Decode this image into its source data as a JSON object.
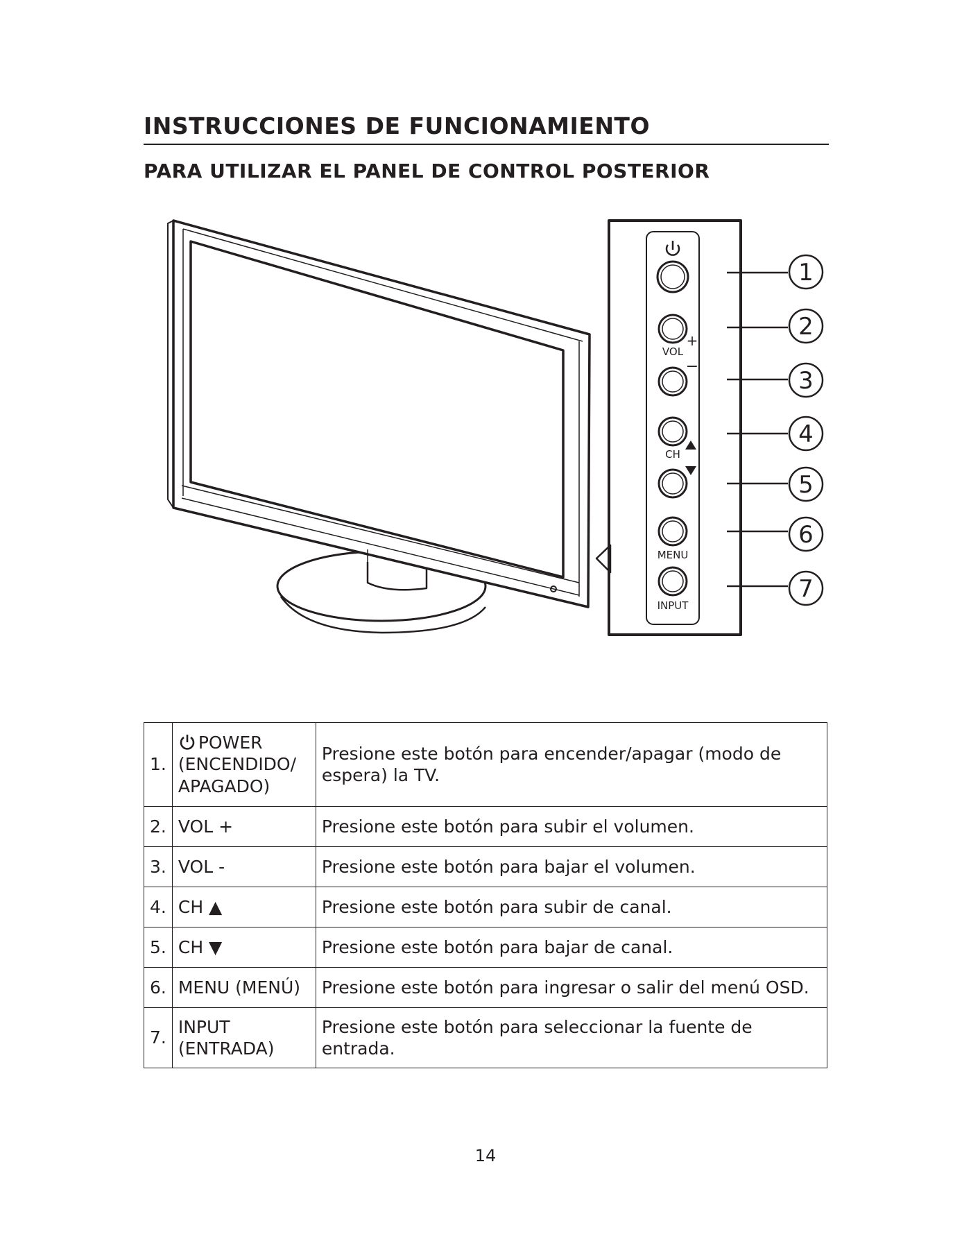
{
  "header": {
    "title": "INSTRUCCIONES DE FUNCIONAMIENTO",
    "subtitle": "PARA UTILIZAR EL PANEL DE CONTROL POSTERIOR"
  },
  "figure": {
    "panel_labels": {
      "vol": "VOL",
      "plus": "+",
      "minus": "−",
      "ch": "CH",
      "menu": "MENU",
      "input": "INPUT"
    },
    "callouts": [
      "1",
      "2",
      "3",
      "4",
      "5",
      "6",
      "7"
    ]
  },
  "controls_table": {
    "rows": [
      {
        "num": "1.",
        "name_lines": [
          "POWER",
          "(ENCENDIDO/",
          "APAGADO)"
        ],
        "icon": "power-icon",
        "desc": "Presione este botón para encender/apagar (modo de espera) la TV."
      },
      {
        "num": "2.",
        "name": "VOL +",
        "desc": "Presione este botón para subir el volumen."
      },
      {
        "num": "3.",
        "name": "VOL -",
        "desc": "Presione este botón para bajar el volumen."
      },
      {
        "num": "4.",
        "name": "CH ▲",
        "desc": "Presione este botón para subir de canal."
      },
      {
        "num": "5.",
        "name": "CH ▼",
        "desc": "Presione este botón para bajar de canal."
      },
      {
        "num": "6.",
        "name": "MENU (MENÚ)",
        "desc": "Presione este botón para ingresar o salir del menú OSD."
      },
      {
        "num": "7.",
        "name_lines": [
          "INPUT",
          "(ENTRADA)"
        ],
        "desc": "Presione este botón para seleccionar la fuente de entrada."
      }
    ]
  },
  "footer": {
    "page_number": "14"
  }
}
